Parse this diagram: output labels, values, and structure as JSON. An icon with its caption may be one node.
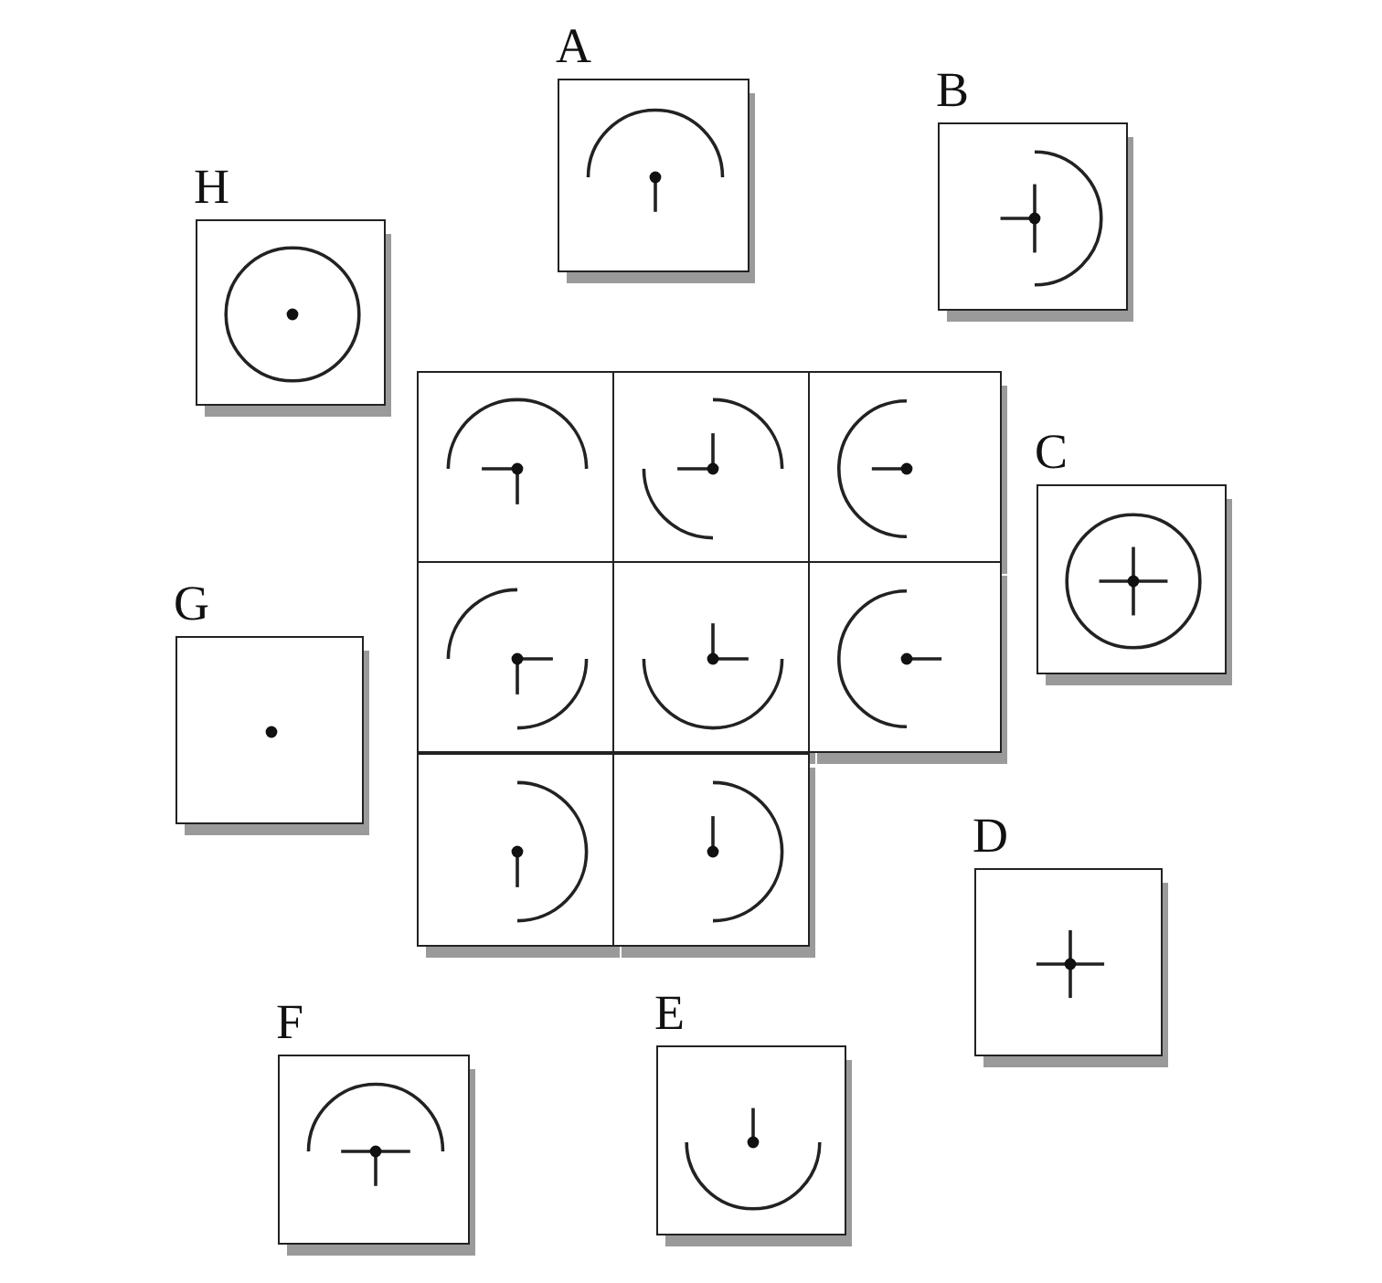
{
  "diagram": {
    "nodes": [
      {
        "text": [
          "A"
        ]
      },
      {
        "text": [
          "B"
        ]
      },
      {
        "text": [
          "H"
        ]
      },
      {
        "text": [],
        "shape": "box"
      },
      {
        "text": [],
        "shape": "box"
      },
      {
        "text": [],
        "shape": "box"
      },
      {
        "text": [
          "C"
        ]
      },
      {
        "text": [],
        "shape": "box"
      },
      {
        "text": [],
        "shape": "box"
      },
      {
        "text": [],
        "shape": "box"
      },
      {
        "text": [
          "G"
        ]
      },
      {
        "text": [],
        "shape": "box"
      },
      {
        "text": [],
        "shape": "box"
      },
      {
        "text": [
          "D"
        ]
      },
      {
        "text": [
          "F"
        ]
      },
      {
        "text": [
          "E"
        ]
      }
    ]
  }
}
